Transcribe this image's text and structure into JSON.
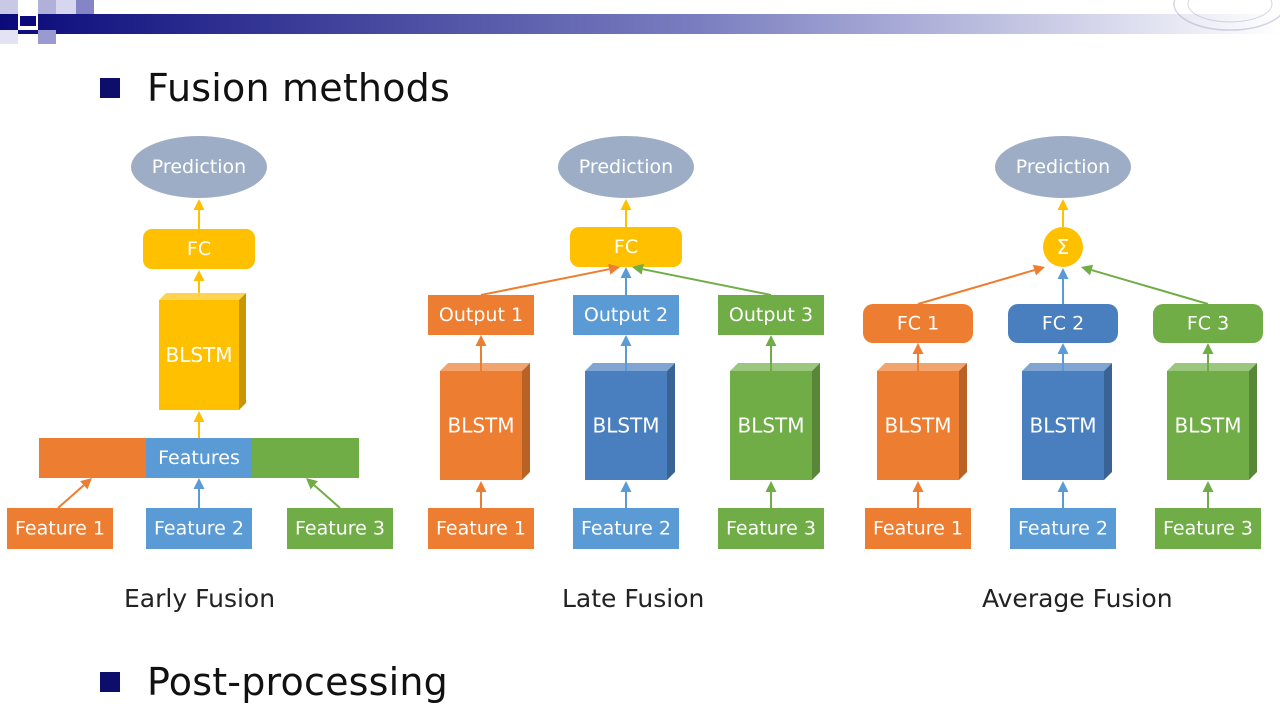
{
  "slide": {
    "bullets": [
      "Fusion methods",
      "Post-processing"
    ],
    "captions": [
      "Early Fusion",
      "Late Fusion",
      "Average Fusion"
    ]
  },
  "colors": {
    "orange": "#ed7d31",
    "blue": "#5b9bd5",
    "dark_blue": "#4a7fbf",
    "green": "#70ad47",
    "yellow": "#ffc000",
    "prediction": "#9dadc5",
    "bullet": "#0d0d6b"
  },
  "diagrams": {
    "early": {
      "prediction": "Prediction",
      "fc": "FC",
      "blstm": "BLSTM",
      "features": "Features",
      "inputs": [
        "Feature 1",
        "Feature 2",
        "Feature 3"
      ]
    },
    "late": {
      "prediction": "Prediction",
      "fc": "FC",
      "outputs": [
        "Output 1",
        "Output 2",
        "Output 3"
      ],
      "blstm": [
        "BLSTM",
        "BLSTM",
        "BLSTM"
      ],
      "inputs": [
        "Feature 1",
        "Feature 2",
        "Feature 3"
      ]
    },
    "average": {
      "prediction": "Prediction",
      "sum": "Σ",
      "fcs": [
        "FC 1",
        "FC 2",
        "FC 3"
      ],
      "blstm": [
        "BLSTM",
        "BLSTM",
        "BLSTM"
      ],
      "inputs": [
        "Feature 1",
        "Feature 2",
        "Feature 3"
      ]
    }
  }
}
